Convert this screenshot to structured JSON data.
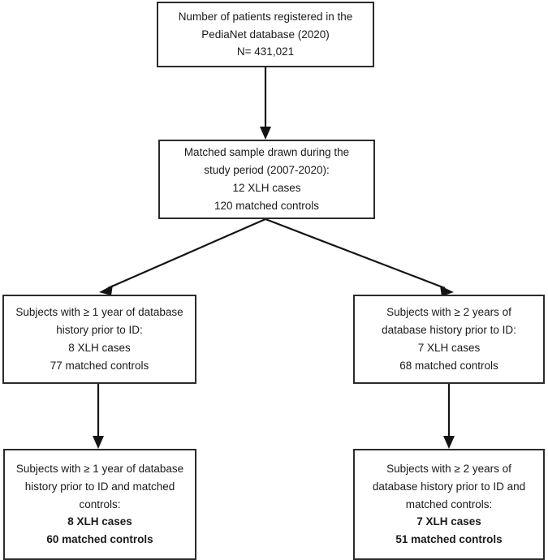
{
  "figure": {
    "type": "flowchart",
    "orientation": "top-down",
    "background_color": "#ffffff",
    "line_color": "#141414",
    "box_border_color": "#2b2b2b",
    "text_color": "#1a1a1a"
  },
  "nodes": {
    "registered": {
      "name": "Number of patients registered in the PediaNet database (2020)",
      "lines": [
        "Number of patients registered in the",
        "PediaNet database (2020)",
        "N= 431,021"
      ],
      "bold_from_index": null,
      "total": "431,021"
    },
    "matched": {
      "name": "Matched sample drawn during the study period",
      "lines": [
        "Matched sample drawn during the",
        "study period (2007-2020):",
        "12 XLH cases",
        "120 matched controls"
      ],
      "bold_from_index": null,
      "period": "2007-2020",
      "xlh_cases": "12",
      "matched_controls": "120"
    },
    "one_year": {
      "name": "Subjects with at least 1 year of database history prior to ID",
      "lines": [
        "Subjects with ≥ 1 year of database",
        "history prior to ID:",
        "8 XLH cases",
        "77 matched controls"
      ],
      "bold_from_index": null,
      "xlh_cases": "8",
      "matched_controls": "77"
    },
    "two_years": {
      "name": "Subjects with at least 2 years of database history prior to ID",
      "lines": [
        "Subjects with ≥ 2 years of",
        "database history prior to ID:",
        "7 XLH cases",
        "68 matched controls"
      ],
      "bold_from_index": null,
      "xlh_cases": "7",
      "matched_controls": "68"
    },
    "one_year_matched": {
      "name": "Subjects with at least 1 year of database history prior to ID and matched controls",
      "lines": [
        "Subjects with ≥ 1 year of database",
        "history prior to ID and matched",
        "controls:",
        "8 XLH cases",
        "60 matched controls"
      ],
      "bold_from_index": 3,
      "xlh_cases": "8",
      "matched_controls": "60"
    },
    "two_years_matched": {
      "name": "Subjects with at least 2 years of database history prior to ID and matched controls",
      "lines": [
        "Subjects with ≥ 2 years of",
        "database history prior to ID and",
        "matched controls:",
        "7 XLH cases",
        "51 matched controls"
      ],
      "bold_from_index": 3,
      "xlh_cases": "7",
      "matched_controls": "51"
    }
  },
  "connectors": [
    {
      "name": "registered-to-matched",
      "from": "registered",
      "to": "matched",
      "style": "vertical-arrow"
    },
    {
      "name": "matched-to-one-year",
      "from": "matched",
      "to": "one_year",
      "style": "diagonal-arrow-left"
    },
    {
      "name": "matched-to-two-years",
      "from": "matched",
      "to": "two_years",
      "style": "diagonal-arrow-right"
    },
    {
      "name": "one-year-to-one-year-matched",
      "from": "one_year",
      "to": "one_year_matched",
      "style": "vertical-arrow"
    },
    {
      "name": "two-years-to-two-years-matched",
      "from": "two_years",
      "to": "two_years_matched",
      "style": "vertical-arrow"
    }
  ]
}
